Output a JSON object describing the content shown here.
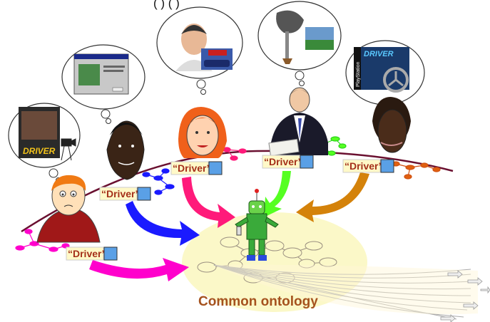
{
  "header_fragment": "(       ) (         )",
  "driver_label": "“Driver”",
  "ontology_label": "Common ontology",
  "thought_texts": {
    "movie_poster": "DRIVER",
    "game_box": "DRIVER",
    "game_platform": "PlayStation"
  },
  "colors": {
    "magenta": "#ff00cc",
    "blue": "#1a1aff",
    "pink": "#ff1a7a",
    "green": "#55ff22",
    "orange": "#d4820a",
    "ontology_fill": "#fbf8c8",
    "tag_text": "#a4301a",
    "label_text": "#a5521e",
    "arc": "#6a1030"
  },
  "icons": [
    "thought-bubble-icon",
    "person-icon",
    "robot-agent-icon",
    "tag-icon",
    "arrow-icon"
  ]
}
